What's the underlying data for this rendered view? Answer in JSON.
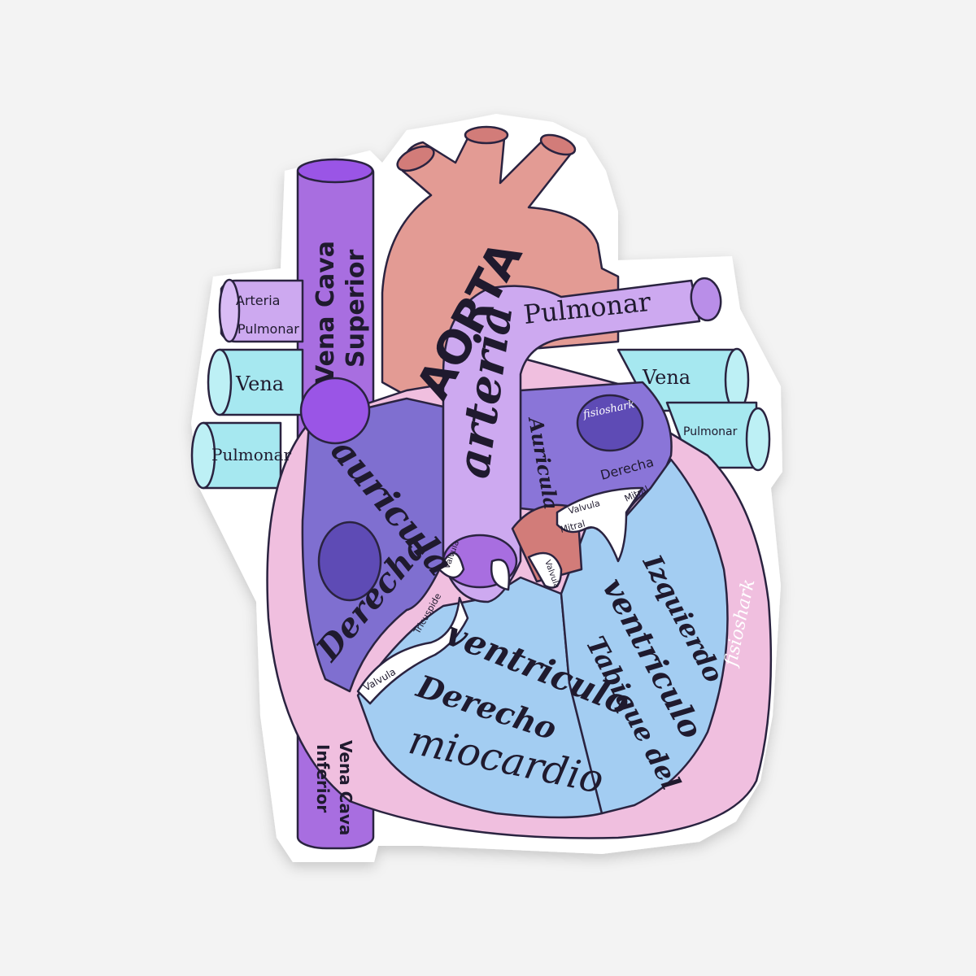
{
  "labels": {
    "aorta": "AORTA",
    "arteria": "arteria",
    "pulmonar_top": "Pulmonar",
    "vena_cava_superior_1": "Vena Cava",
    "vena_cava_superior_2": "Superior",
    "vena_cava_inferior_1": "Vena Cava",
    "vena_cava_inferior_2": "Inferior",
    "arteria_pulmonar_left_1": "Arteria",
    "arteria_pulmonar_left_2": "Pulmonar",
    "vena_left": "Vena",
    "pulmonar_left": "Pulmonar",
    "vena_right": "Vena",
    "pulmonar_right": "Pulmonar",
    "auricula_derecha_1": "auricula",
    "auricula_derecha_2": "Derecha",
    "auricula_izquierda_1": "Auricula",
    "auricula_izquierda_2": "Derecha",
    "ventriculo_derecho_1": "ventriculo",
    "ventriculo_derecho_2": "Derecho",
    "ventriculo_izquierdo_1": "Izquierdo",
    "ventriculo_izquierdo_2": "ventriculo",
    "tabique": "Tabique del",
    "miocardio": "miocardio",
    "valvula_tricuspide_1": "Valvula",
    "valvula_tricuspide_2": "Tricuspide",
    "valvula_mitral_1": "Valvula",
    "valvula_mitral_2": "Mitral",
    "valvula_mitral_3": "Mitral",
    "valvula_aortica": "Valvula",
    "valvula_pulmonar": "Valvula"
  },
  "watermarks": {
    "left_atrium_badge": "fisioshark",
    "myocardium_side": "fisioshark"
  },
  "colors": {
    "background": "#f3f3f3",
    "sticker": "#ffffff",
    "outline": "#2a2340",
    "vena_cava": "#a86ee0",
    "vena_cava_dark": "#9a55e6",
    "aorta": "#e39b94",
    "aorta_dark": "#d27c79",
    "pulmonary_artery": "#cda9f0",
    "pulmonary_vein": "#a6e8f0",
    "atrium_right": "#7f6fd0",
    "atrium_left": "#8a75d8",
    "ventricle": "#a3cdf2",
    "myocardium": "#f0bfdf",
    "valve": "#ffffff"
  }
}
